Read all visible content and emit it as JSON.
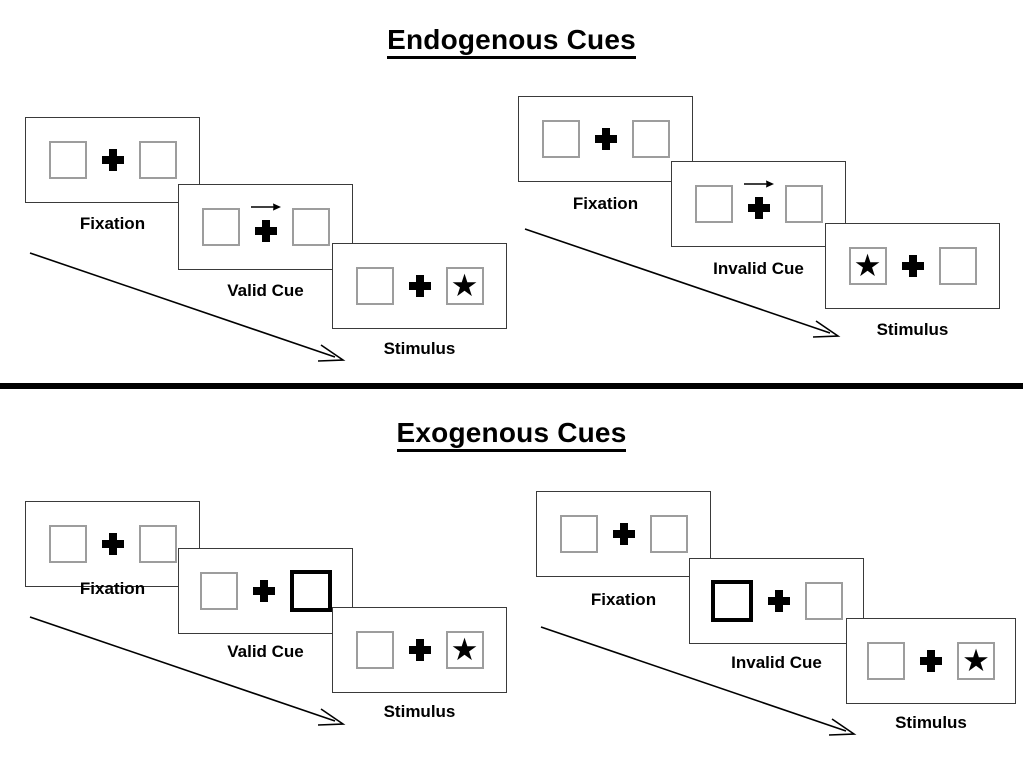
{
  "figure": {
    "sections": [
      {
        "id": "endogenous",
        "title": "Endogenous Cues",
        "groups": [
          {
            "id": "endogenous-valid",
            "panels": [
              {
                "caption": "Fixation",
                "left_box": "empty",
                "right_box": "empty",
                "center": "plus",
                "cue_arrow": "none"
              },
              {
                "caption": "Valid Cue",
                "left_box": "empty",
                "right_box": "empty",
                "center": "plus",
                "cue_arrow": "right-arrow-icon"
              },
              {
                "caption": "Stimulus",
                "left_box": "empty",
                "right_box": "star",
                "center": "plus",
                "cue_arrow": "none"
              }
            ],
            "time_arrow": "diagonal-down-right-arrow"
          },
          {
            "id": "endogenous-invalid",
            "panels": [
              {
                "caption": "Fixation",
                "left_box": "empty",
                "right_box": "empty",
                "center": "plus",
                "cue_arrow": "none"
              },
              {
                "caption": "Invalid Cue",
                "left_box": "empty",
                "right_box": "empty",
                "center": "plus",
                "cue_arrow": "right-arrow-icon"
              },
              {
                "caption": "Stimulus",
                "left_box": "star",
                "right_box": "empty",
                "center": "plus",
                "cue_arrow": "none"
              }
            ],
            "time_arrow": "diagonal-down-right-arrow"
          }
        ]
      },
      {
        "id": "exogenous",
        "title": "Exogenous Cues",
        "groups": [
          {
            "id": "exogenous-valid",
            "panels": [
              {
                "caption": "Fixation",
                "left_box": "empty",
                "right_box": "empty",
                "center": "plus",
                "cue_arrow": "none"
              },
              {
                "caption": "Valid Cue",
                "left_box": "empty",
                "right_box": "cue-highlight",
                "center": "plus",
                "cue_arrow": "none"
              },
              {
                "caption": "Stimulus",
                "left_box": "empty",
                "right_box": "star",
                "center": "plus",
                "cue_arrow": "none"
              }
            ],
            "time_arrow": "diagonal-down-right-arrow"
          },
          {
            "id": "exogenous-invalid",
            "panels": [
              {
                "caption": "Fixation",
                "left_box": "empty",
                "right_box": "empty",
                "center": "plus",
                "cue_arrow": "none"
              },
              {
                "caption": "Invalid Cue",
                "left_box": "cue-highlight",
                "right_box": "empty",
                "center": "plus",
                "cue_arrow": "none"
              },
              {
                "caption": "Stimulus",
                "left_box": "empty",
                "right_box": "star",
                "center": "plus",
                "cue_arrow": "none"
              }
            ],
            "time_arrow": "diagonal-down-right-arrow"
          }
        ]
      }
    ],
    "glyphs": {
      "star": "★",
      "plus": "+",
      "arrow": "→"
    },
    "colors": {
      "box_border": "#9d9d9d",
      "cue_border": "#000000",
      "panel_border": "#3a3a3a",
      "ink": "#000000",
      "background": "#ffffff"
    }
  }
}
